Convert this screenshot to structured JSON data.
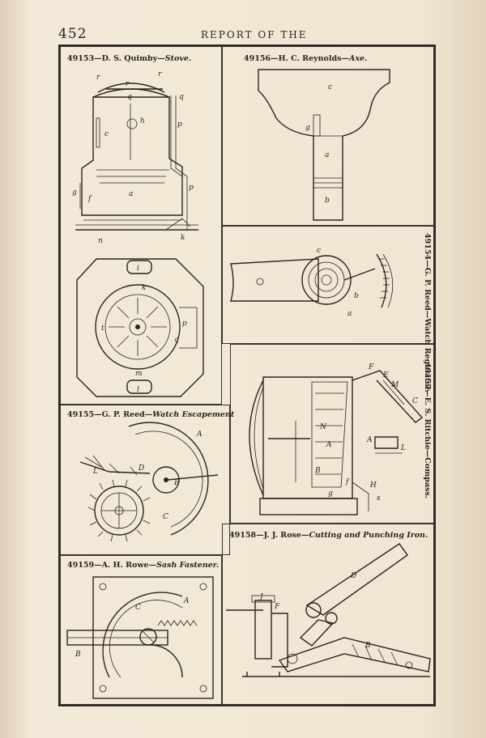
{
  "header": {
    "page_number": "452",
    "running_head": "REPORT OF THE"
  },
  "patents": [
    {
      "number": "49153",
      "inventor": "D. S. Quimby",
      "title": "Stove."
    },
    {
      "number": "49156",
      "inventor": "H. C. Reynolds",
      "title": "Axe."
    },
    {
      "number": "49154",
      "inventor": "G. P. Reed",
      "title": "Watch Regulator."
    },
    {
      "number": "49157",
      "inventor": "E. S. Ritchie",
      "title": "Compass."
    },
    {
      "number": "49155",
      "inventor": "G. P. Reed",
      "title": "Watch Escapement"
    },
    {
      "number": "49158",
      "inventor": "J. J. Rose",
      "title": "Cutting and Punching Iron."
    },
    {
      "number": "49159",
      "inventor": "A. H. Rowe",
      "title": "Sash Fastener."
    }
  ],
  "figure_labels": {
    "stove": [
      "r",
      "r",
      "r",
      "q",
      "q",
      "c",
      "h",
      "p",
      "g",
      "f",
      "a",
      "p",
      "n",
      "k"
    ],
    "stove_top": [
      "i",
      "k",
      "t",
      "p",
      "q",
      "m",
      "l"
    ],
    "axe": [
      "c",
      "g",
      "a",
      "b"
    ],
    "regulator": [
      "c",
      "a",
      "b"
    ],
    "compass": [
      "F",
      "E",
      "M",
      "C",
      "N",
      "A",
      "A",
      "L",
      "B",
      "H",
      "g",
      "f",
      "s"
    ],
    "escapement": [
      "A",
      "L",
      "D",
      "B",
      "C"
    ],
    "sash": [
      "C",
      "A",
      "B"
    ],
    "punch": [
      "J",
      "F",
      "D",
      "B"
    ]
  },
  "colors": {
    "paper": "#efe3cf",
    "ink": "#2a2320"
  }
}
